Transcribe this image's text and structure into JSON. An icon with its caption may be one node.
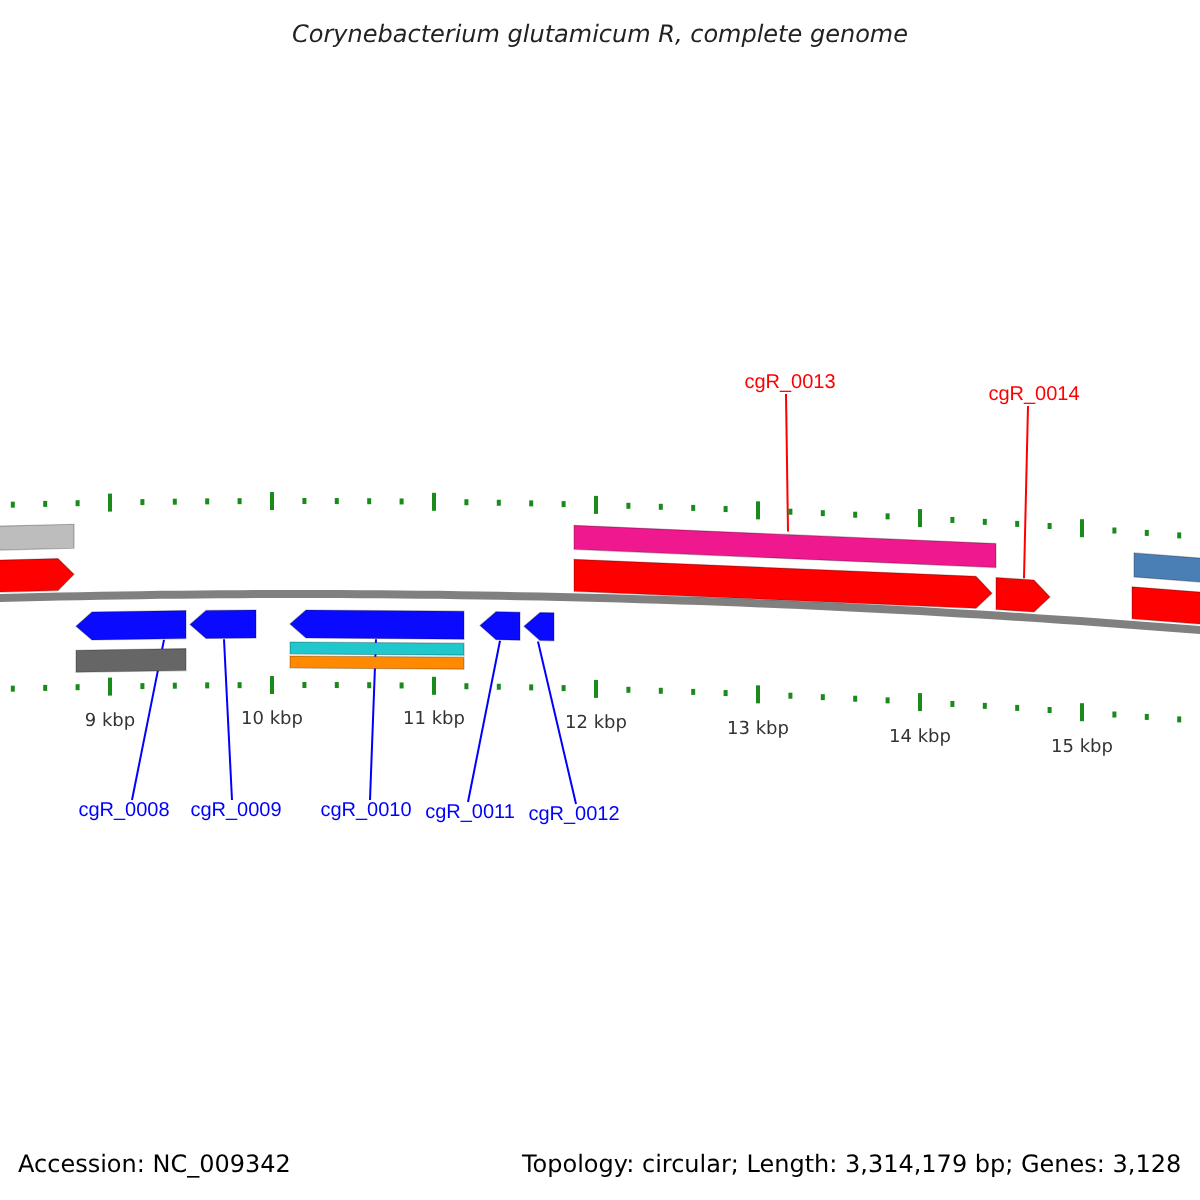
{
  "diagram": {
    "title": "Corynebacterium glutamicum R, complete genome",
    "nodes": [
      {
        "text": [
          "cgR_0013"
        ]
      },
      {
        "text": [
          "cgR_0014"
        ]
      },
      {
        "text": [
          "cgR_0008"
        ]
      },
      {
        "text": [
          "cgR_0009"
        ]
      },
      {
        "text": [
          "cgR_0010"
        ]
      },
      {
        "text": [
          "cgR_0011"
        ]
      },
      {
        "text": [
          "cgR_0012"
        ]
      },
      {
        "text": [],
        "shape": "bar"
      },
      {
        "text": [],
        "shape": "bar"
      },
      {
        "text": [],
        "shape": "bar"
      },
      {
        "text": [],
        "shape": "bar"
      },
      {
        "text": [],
        "shape": "bar"
      },
      {
        "text": [],
        "shape": "bar"
      },
      {
        "text": [],
        "shape": "bar"
      },
      {
        "text": [],
        "shape": "bar"
      }
    ],
    "edges": [
      {
        "from": 0,
        "to": 12,
        "arrow": "none",
        "color": "#ff0000"
      },
      {
        "from": 1,
        "to": 14,
        "arrow": "none",
        "color": "#ff0000"
      },
      {
        "from": 2,
        "to": 7,
        "arrow": "none"
      },
      {
        "from": 3,
        "to": 8,
        "arrow": "none"
      },
      {
        "from": 4,
        "to": 9,
        "arrow": "none"
      },
      {
        "from": 5,
        "to": 10,
        "arrow": "none"
      },
      {
        "from": 6,
        "to": 11,
        "arrow": "none"
      }
    ],
    "labels": [
      "9 kbp",
      "10 kbp",
      "11 kbp",
      "12 kbp",
      "13 kbp",
      "14 kbp",
      "15 kbp",
      "Accession: NC_009342",
      "Topology: circular; Length: 3,314,179 bp; Genes: 3,128"
    ]
  }
}
